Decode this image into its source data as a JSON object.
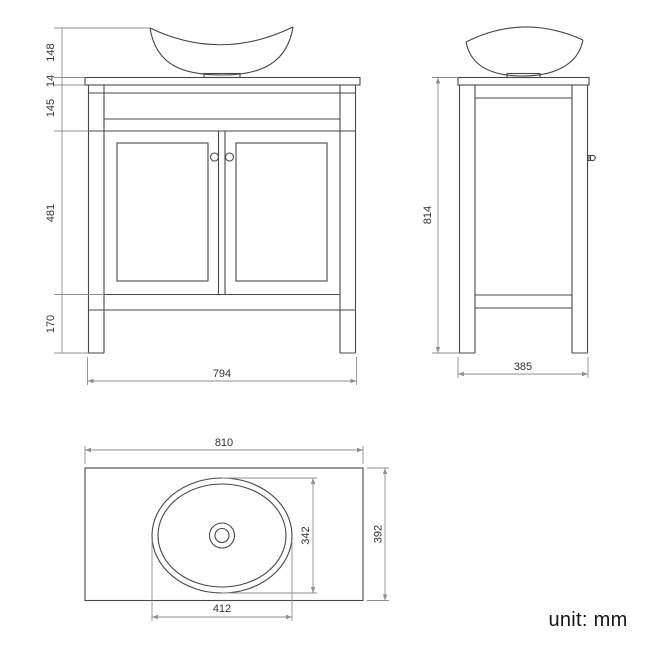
{
  "colors": {
    "background": "#ffffff",
    "object_line": "#474747",
    "dimension_line": "#8f8f8f",
    "dimension_text": "#333333",
    "unit_text": "#141414"
  },
  "unit_label": "unit: mm",
  "front_view": {
    "dims": {
      "basin_height": "148",
      "worktop_thickness": "14",
      "apron_height": "145",
      "door_height": "481",
      "leg_height": "170",
      "overall_width": "794"
    }
  },
  "side_view": {
    "dims": {
      "overall_height": "814",
      "overall_depth": "385"
    }
  },
  "top_view": {
    "dims": {
      "worktop_width": "810",
      "worktop_depth": "392",
      "basin_cutout_width": "412",
      "basin_cutout_depth": "342"
    }
  }
}
